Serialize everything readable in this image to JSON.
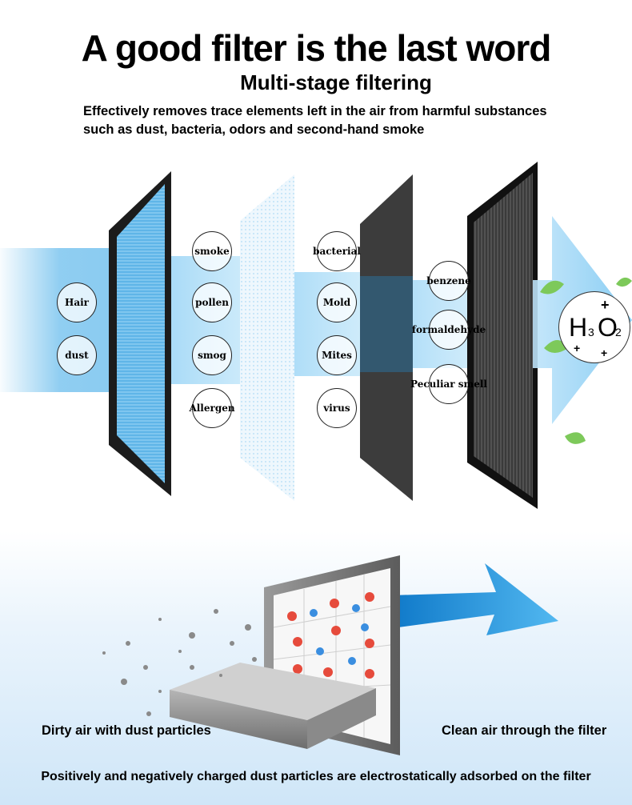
{
  "header": {
    "title": "A good filter is the last word",
    "subtitle": "Multi-stage filtering",
    "description_line1": "Effectively removes trace elements left in the air from harmful substances",
    "description_line2": "such as dust, bacteria, odors and second-hand smoke"
  },
  "stages": {
    "stage1": [
      "Hair",
      "dust"
    ],
    "stage2": [
      "smoke",
      "pollen",
      "smog",
      "Allergen"
    ],
    "stage3": [
      "bacterial",
      "Mold",
      "Mites",
      "virus"
    ],
    "stage4": [
      "benzene",
      "formaldehyde",
      "Peculiar smell"
    ]
  },
  "output": {
    "h": "H",
    "sub3": "3",
    "o": "O",
    "sub2": "2"
  },
  "bottom": {
    "left_caption": "Dirty air with dust particles",
    "right_caption": "Clean air through the filter",
    "footer": "Positively and negatively charged dust particles are electrostatically adsorbed on the filter"
  },
  "colors": {
    "airflow": "#7cc5ef",
    "filter_dark": "#1c1c1c",
    "arrow_blue": "#2e9fe6"
  }
}
